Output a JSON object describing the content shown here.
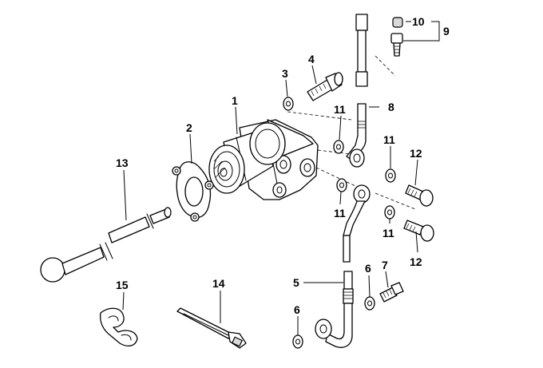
{
  "callouts": {
    "c1": "1",
    "c2": "2",
    "c3": "3",
    "c4": "4",
    "c5": "5",
    "c6a": "6",
    "c6b": "6",
    "c7": "7",
    "c8": "8",
    "c9": "9",
    "c10": "10",
    "c11a": "11",
    "c11b": "11",
    "c11c": "11",
    "c11d": "11",
    "c12a": "12",
    "c12b": "12",
    "c13": "13",
    "c14": "14",
    "c15": "15"
  },
  "colors": {
    "line": "#000000",
    "background": "#ffffff",
    "shade": "#d9d9d9"
  }
}
